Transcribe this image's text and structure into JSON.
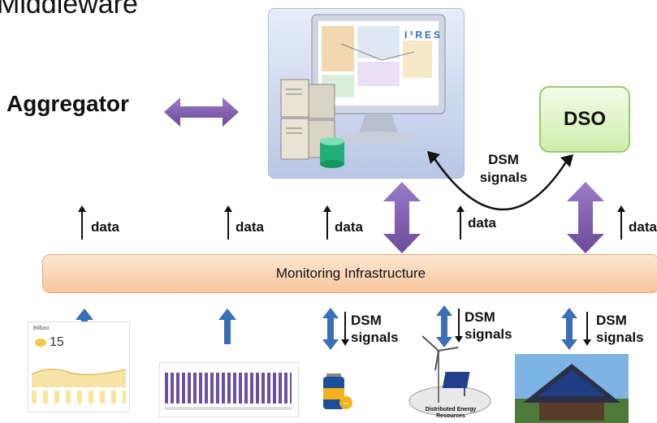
{
  "title": "Middleware",
  "aggregator_label": "Aggregator",
  "dso_label": "DSO",
  "dsm_signals_top": {
    "line1": "DSM",
    "line2": "signals"
  },
  "data_label": "data",
  "monitoring_label": "Monitoring  Infrastructure",
  "screen_logo": "I³RES",
  "dsm_signals_bottom": {
    "line1": "DSM",
    "line2": "signals"
  },
  "weather_widget": {
    "city": "Bilbao",
    "temperature": "15"
  },
  "wind_solar_caption": "Distributed Energy Resources",
  "colors": {
    "purple_arrow": "#7b5aa6",
    "blue_arrow": "#3a6fb5",
    "dso_fill": "#d6f0b6",
    "bar_fill": "#f8c79d"
  }
}
